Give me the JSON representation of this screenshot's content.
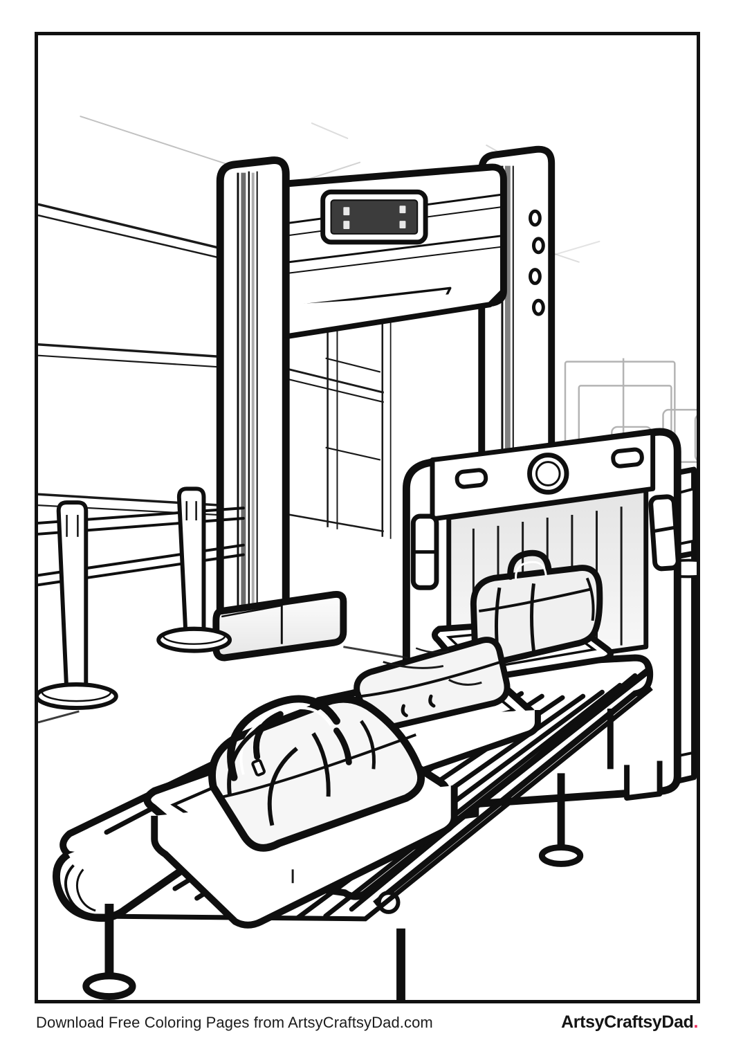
{
  "page": {
    "kind": "coloring-page",
    "title": "Airport Security Checkpoint Coloring Page",
    "background_color": "#ffffff",
    "border_color": "#111111",
    "line_color": "#111111",
    "shade_light": "#f2f2f2",
    "shade_mid": "#d8d8d8",
    "shade_dark": "#3c3c3c"
  },
  "footer": {
    "download_text": "Download Free Coloring Pages from ArtsyCraftsyDad.com",
    "brand_name": "ArtsyCraftsyDad",
    "brand_dot": ".",
    "brand_dot_color": "#ec2a5a"
  },
  "scene": {
    "description": "Airport security checkpoint line drawing with walk-through metal detector, X-ray baggage scanner, roller conveyor with trays and luggage, queue stanchions and terminal windows.",
    "objects": [
      {
        "name": "metal-detector-archway",
        "label": "Walk-through metal detector"
      },
      {
        "name": "metal-detector-display",
        "label": "Control display panel"
      },
      {
        "name": "metal-detector-indicator-lights",
        "label": "Indicator LEDs",
        "count": 4
      },
      {
        "name": "metal-detector-side-ports",
        "label": "Sensor ports",
        "count": 4
      },
      {
        "name": "xray-scanner",
        "label": "X-ray baggage scanner"
      },
      {
        "name": "xray-lens",
        "label": "Scanner camera lens"
      },
      {
        "name": "xray-lead-curtain",
        "label": "Lead curtain strips",
        "count": 7
      },
      {
        "name": "roller-conveyor",
        "label": "Roller conveyor belt"
      },
      {
        "name": "security-tray-front",
        "label": "Security tray with duffel bag"
      },
      {
        "name": "security-tray-middle",
        "label": "Security tray with suitcase"
      },
      {
        "name": "security-tray-rear",
        "label": "Security tray with travel bag"
      },
      {
        "name": "duffel-bag-front",
        "label": "Large duffel bag with handles"
      },
      {
        "name": "suitcase-soft",
        "label": "Soft-shell suitcase"
      },
      {
        "name": "duffel-bag-rear",
        "label": "Barrel duffel bag"
      },
      {
        "name": "queue-stanchion-left",
        "label": "Queue stanchion post"
      },
      {
        "name": "queue-stanchion-right",
        "label": "Queue stanchion post"
      },
      {
        "name": "retractable-belt",
        "label": "Retractable queue belt"
      },
      {
        "name": "terminal-window",
        "label": "Terminal window wall"
      },
      {
        "name": "operator-monitor",
        "label": "Operator monitor screen"
      },
      {
        "name": "operator-console",
        "label": "Operator console desk"
      },
      {
        "name": "background-luggage",
        "label": "Distant luggage silhouettes",
        "count": 5
      },
      {
        "name": "ceiling-lines",
        "label": "Ceiling perspective lines"
      }
    ]
  }
}
